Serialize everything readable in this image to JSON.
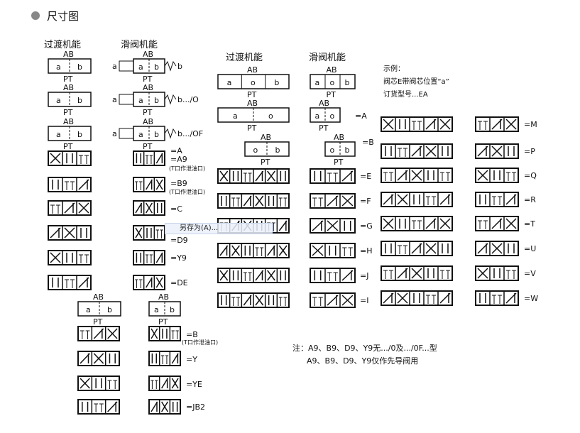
{
  "header": {
    "title": "尺寸图",
    "bullet_icon": "circle-arrow-icon"
  },
  "group1": {
    "col1_title": "过渡机能",
    "col2_title": "滑阀机能",
    "col2_top_labels": [
      "b",
      "b.../O",
      "b.../OF"
    ],
    "col2_labels": [
      "=A",
      "=A9",
      "(T口作泄油口)",
      "=B9",
      "(T口作泄油口)",
      "=C",
      "=D9",
      "=Y9",
      "=DE"
    ],
    "bottom_labels": [
      "=B",
      "(T口作泄油口)",
      "=Y",
      "=YE",
      "=JB2"
    ]
  },
  "group2": {
    "col1_title": "过渡机能",
    "col2_title": "滑阀机能",
    "top_labels": [
      "=A",
      "=B"
    ],
    "labels": [
      "=E",
      "=F",
      "=G",
      "=H",
      "=J",
      "=I"
    ]
  },
  "example": {
    "line1": "示例：",
    "line2": "阀芯E带阀芯位置“a”",
    "line3": "订货型号...EA"
  },
  "group3": {
    "labels": [
      "=M",
      "=P",
      "=Q",
      "=R",
      "=T",
      "=U",
      "=V",
      "=W"
    ]
  },
  "port_labels": {
    "ab": "AB",
    "pt": "PT",
    "a": "a",
    "b": "b",
    "o": "o"
  },
  "note": {
    "line1": "注：A9、B9、D9、Y9无.../0及.../0F...型",
    "line2": "A9、B9、D9、Y9仅作先导阀用"
  },
  "context_menu": {
    "save_as": "另存为(A)..."
  }
}
